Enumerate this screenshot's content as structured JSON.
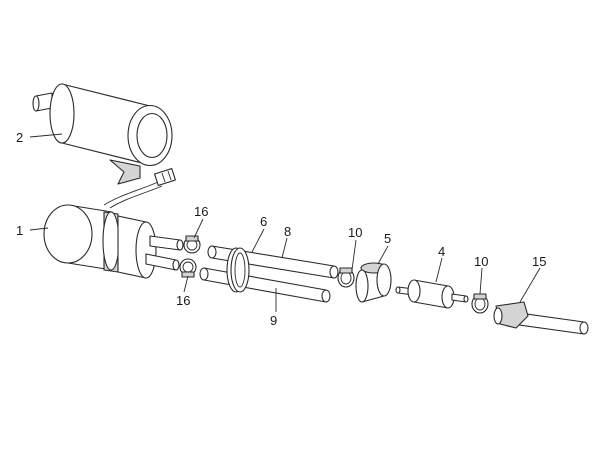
{
  "diagram": {
    "callouts": {
      "c1": "1",
      "c2": "2",
      "c4": "4",
      "c5": "5",
      "c6": "6",
      "c8": "8",
      "c9": "9",
      "c10a": "10",
      "c10b": "10",
      "c15": "15",
      "c16a": "16",
      "c16b": "16"
    }
  }
}
